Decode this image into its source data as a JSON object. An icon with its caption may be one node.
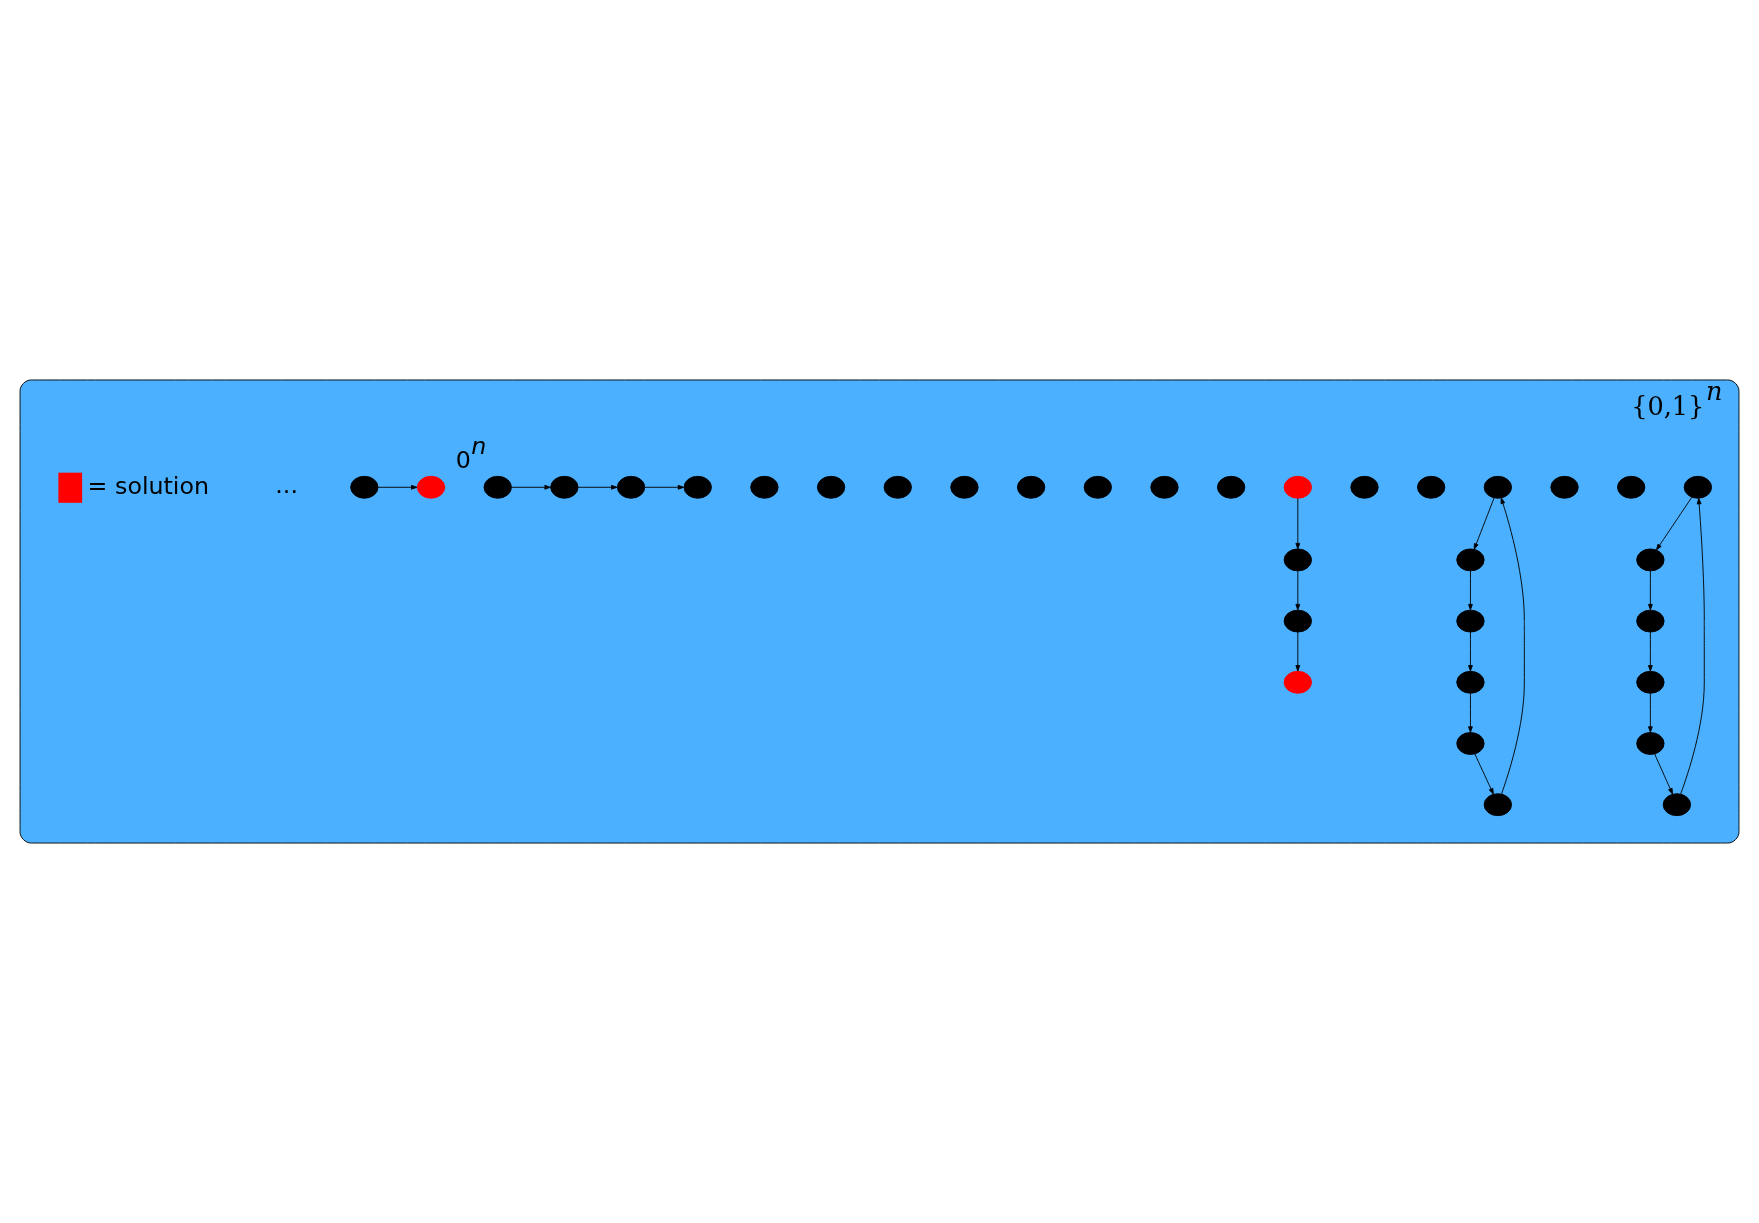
{
  "diagram": {
    "nodes": [
      {
        "text": [
          "{0,1}$^{n}$"
        ]
      },
      {
        "text": [],
        "shape": "circle",
        "in": 0
      },
      {
        "text": [],
        "shape": "circle",
        "in": 0
      },
      {
        "text": [],
        "shape": "circle",
        "in": 0
      },
      {
        "text": [],
        "shape": "circle",
        "in": 0
      },
      {
        "text": [],
        "shape": "circle",
        "in": 0
      },
      {
        "text": [],
        "shape": "circle",
        "in": 0
      },
      {
        "text": [],
        "shape": "circle",
        "in": 0
      },
      {
        "text": [],
        "shape": "circle",
        "in": 0
      },
      {
        "text": [],
        "shape": "circle",
        "in": 0
      },
      {
        "text": [],
        "shape": "circle",
        "in": 0
      },
      {
        "text": [],
        "shape": "circle",
        "in": 0
      },
      {
        "text": [],
        "shape": "circle",
        "in": 0
      },
      {
        "text": [],
        "shape": "circle",
        "in": 0
      },
      {
        "text": [],
        "shape": "circle",
        "in": 0
      },
      {
        "text": [],
        "shape": "circle",
        "in": 0
      },
      {
        "text": [],
        "shape": "circle",
        "in": 0
      },
      {
        "text": [],
        "shape": "circle",
        "in": 0
      },
      {
        "text": [],
        "shape": "circle",
        "in": 0
      },
      {
        "text": [],
        "shape": "circle",
        "in": 0
      },
      {
        "text": [],
        "shape": "circle",
        "in": 0
      },
      {
        "text": [],
        "shape": "circle",
        "in": 0
      },
      {
        "text": [],
        "shape": "circle",
        "in": 0
      },
      {
        "text": [],
        "shape": "circle",
        "in": 0
      },
      {
        "text": [],
        "shape": "circle",
        "in": 0
      },
      {
        "text": [],
        "shape": "circle",
        "in": 0
      },
      {
        "text": [],
        "shape": "circle",
        "in": 0
      },
      {
        "text": [],
        "shape": "circle",
        "in": 0
      },
      {
        "text": [],
        "shape": "circle",
        "in": 0
      },
      {
        "text": [],
        "shape": "circle",
        "in": 0
      },
      {
        "text": [],
        "shape": "circle",
        "in": 0,
        "beside": [
          "0$^{n}$"
        ]
      },
      {
        "text": [],
        "shape": "circle",
        "in": 0
      },
      {
        "text": [],
        "shape": "circle",
        "in": 0
      },
      {
        "text": [],
        "shape": "circle",
        "in": 0
      },
      {
        "text": [],
        "shape": "circle",
        "in": 0
      }
    ],
    "edges": [
      {
        "from": 7,
        "to": 6,
        "arrow": "to"
      },
      {
        "from": 6,
        "to": 11,
        "arrow": "to"
      },
      {
        "from": 11,
        "to": 22,
        "arrow": "to"
      },
      {
        "from": 22,
        "to": 24,
        "arrow": "to"
      },
      {
        "from": 24,
        "to": 19,
        "arrow": "to"
      },
      {
        "from": 19,
        "to": 7,
        "arrow": "to"
      },
      {
        "from": 2,
        "to": 1,
        "arrow": "to"
      },
      {
        "from": 1,
        "to": 5,
        "arrow": "to"
      },
      {
        "from": 5,
        "to": 14,
        "arrow": "to"
      },
      {
        "from": 14,
        "to": 17,
        "arrow": "to"
      },
      {
        "from": 17,
        "to": 12,
        "arrow": "to"
      },
      {
        "from": 12,
        "to": 2,
        "arrow": "to"
      },
      {
        "from": 10,
        "to": 18,
        "arrow": "to"
      },
      {
        "from": 18,
        "to": 25,
        "arrow": "to"
      },
      {
        "from": 25,
        "to": 28,
        "arrow": "to"
      },
      {
        "from": 30,
        "to": 29,
        "arrow": "to"
      },
      {
        "from": 29,
        "to": 31,
        "arrow": "to"
      },
      {
        "from": 31,
        "to": 32,
        "arrow": "to"
      },
      {
        "from": 33,
        "to": 34,
        "arrow": "to"
      }
    ],
    "labels": [
      "..."
    ],
    "legend": [
      {
        "text": "= solution",
        "color": "#ff0000"
      }
    ]
  }
}
